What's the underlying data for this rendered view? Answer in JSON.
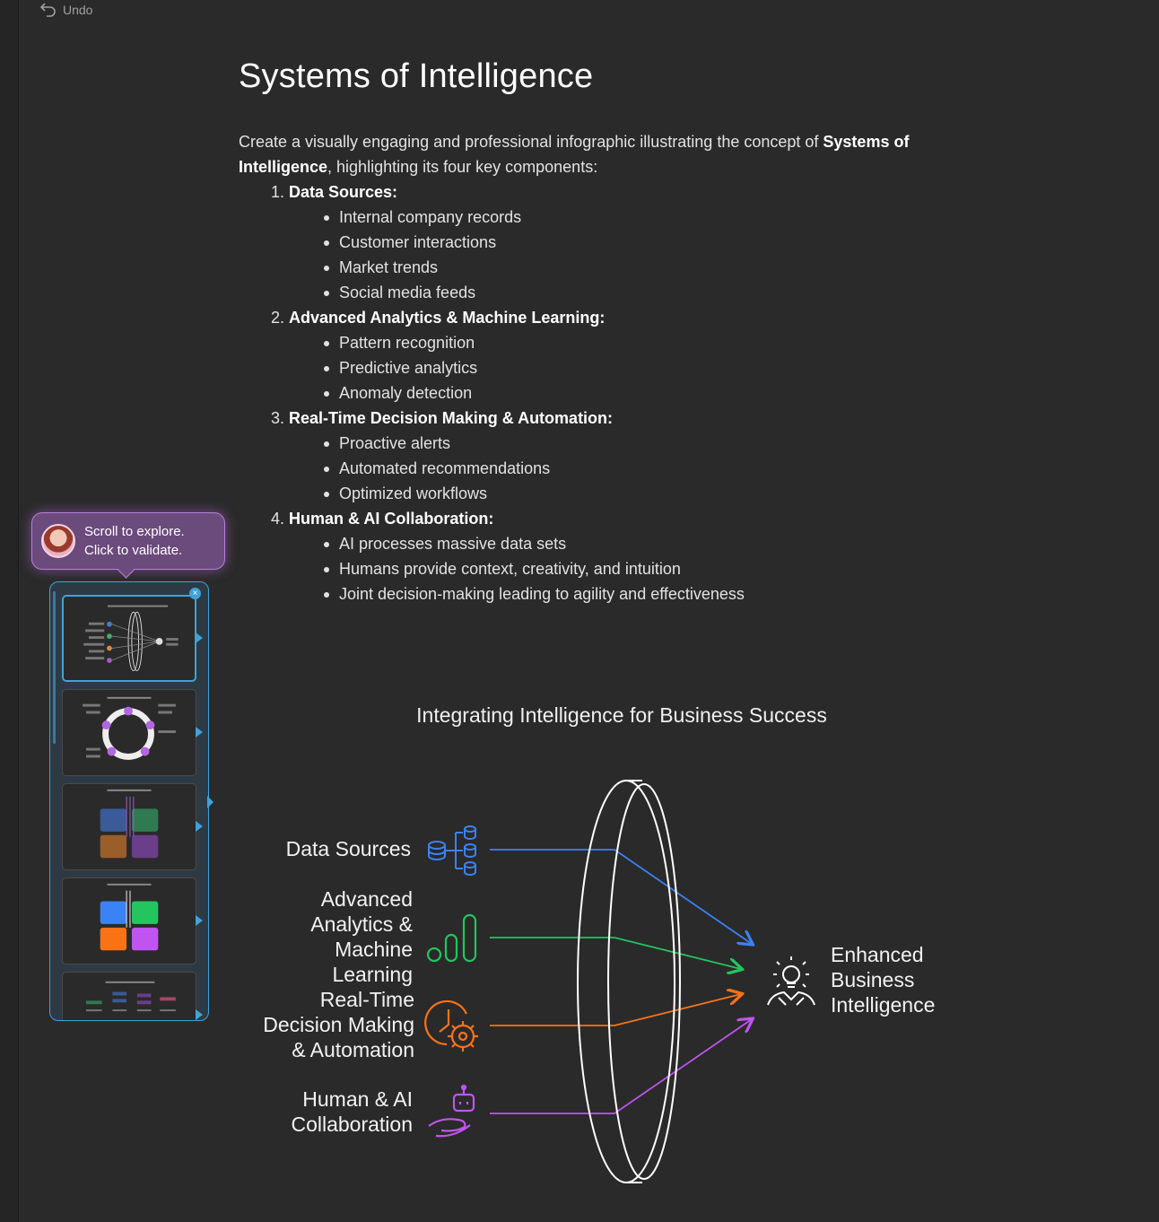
{
  "toolbar": {
    "undo_label": "Undo"
  },
  "document": {
    "title": "Systems of Intelligence",
    "intro_prefix": "Create a visually engaging and professional infographic illustrating the concept of ",
    "intro_bold": "Systems of Intelligence",
    "intro_suffix": ", highlighting its four key components:",
    "sections": [
      {
        "heading": "Data Sources:",
        "items": [
          "Internal company records",
          "Customer interactions",
          "Market trends",
          "Social media feeds"
        ]
      },
      {
        "heading": "Advanced Analytics & Machine Learning:",
        "items": [
          "Pattern recognition",
          "Predictive analytics",
          "Anomaly detection"
        ]
      },
      {
        "heading": "Real-Time Decision Making & Automation:",
        "items": [
          "Proactive alerts",
          "Automated recommendations",
          "Optimized workflows"
        ]
      },
      {
        "heading": "Human & AI Collaboration:",
        "items": [
          "AI processes massive data sets",
          "Humans provide context, creativity, and intuition",
          "Joint decision-making leading to agility and effectiveness"
        ]
      }
    ]
  },
  "tooltip": {
    "line1": "Scroll to explore.",
    "line2": "Click to validate."
  },
  "thumbnails": {
    "count": 5,
    "active_index": 0
  },
  "diagram": {
    "title": "Integrating Intelligence for Business Success",
    "inputs": [
      {
        "label_lines": [
          "Data Sources"
        ],
        "icon": "database-hierarchy-icon",
        "color": "#3b82f6"
      },
      {
        "label_lines": [
          "Advanced",
          "Analytics &",
          "Machine",
          "Learning"
        ],
        "icon": "bar-chart-icon",
        "color": "#22c55e"
      },
      {
        "label_lines": [
          "Real-Time",
          "Decision Making",
          "& Automation"
        ],
        "icon": "clock-gear-icon",
        "color": "#f97316"
      },
      {
        "label_lines": [
          "Human & AI",
          "Collaboration"
        ],
        "icon": "robot-hand-icon",
        "color": "#c054f0"
      }
    ],
    "output": {
      "label_lines": [
        "Enhanced",
        "Business",
        "Intelligence"
      ],
      "icon": "idea-person-icon",
      "color": "#ffffff"
    }
  }
}
